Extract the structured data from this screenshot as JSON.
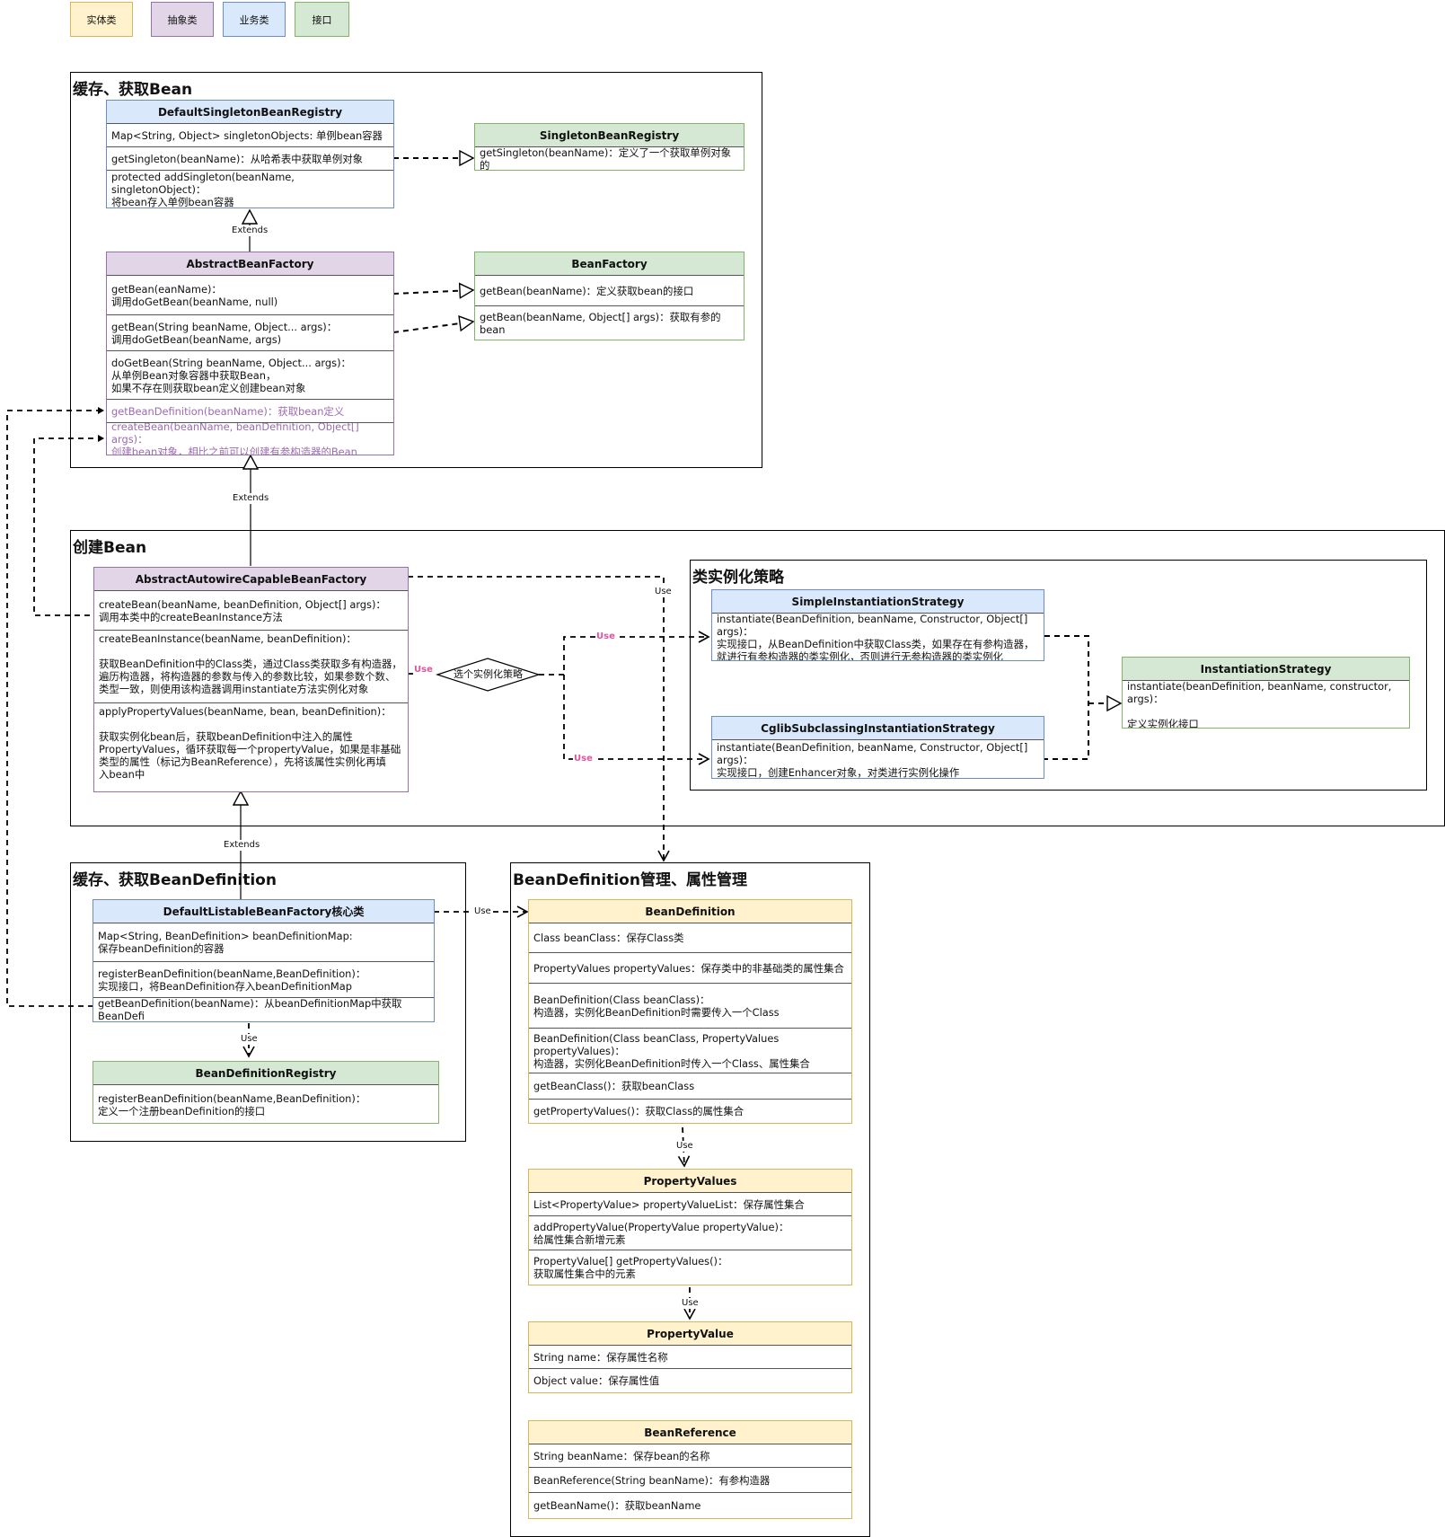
{
  "legend": {
    "entity": "实体类",
    "abstract": "抽象类",
    "business": "业务类",
    "interface": "接口"
  },
  "groups": {
    "cache_bean": "缓存、获取Bean",
    "create_bean": "创建Bean",
    "instantiation_strategy": "类实例化策略",
    "cache_bean_definition": "缓存、获取BeanDefinition",
    "bean_definition_mgmt": "BeanDefinition管理、属性管理"
  },
  "classes": {
    "DefaultSingletonBeanRegistry": {
      "name": "DefaultSingletonBeanRegistry",
      "rows": [
        "Map<String, Object> singletonObjects: 单例bean容器",
        "getSingleton(beanName)：从哈希表中获取单例对象",
        "protected addSingleton(beanName, singletonObject)：\n将bean存入单例bean容器"
      ]
    },
    "SingletonBeanRegistry": {
      "name": "SingletonBeanRegistry",
      "rows": [
        "getSingleton(beanName)：定义了一个获取单例对象的"
      ]
    },
    "AbstractBeanFactory": {
      "name": "AbstractBeanFactory",
      "rows": [
        "getBean(eanName)：\n调用doGetBean(beanName, null)",
        "getBean(String beanName, Object... args)：\n调用doGetBean(beanName, args)",
        "doGetBean(String beanName, Object... args)：\n从单例Bean对象容器中获取Bean，\n如果不存在则获取bean定义创建bean对象",
        "getBeanDefinition(beanName)：获取bean定义",
        "createBean(beanName, beanDefinition, Object[] args)：\n创建bean对象，相比之前可以创建有参构造器的Bean"
      ]
    },
    "BeanFactory": {
      "name": "BeanFactory",
      "rows": [
        "getBean(beanName)：定义获取bean的接口",
        "getBean(beanName, Object[] args)：获取有参的bean"
      ]
    },
    "AbstractAutowireCapableBeanFactory": {
      "name": "AbstractAutowireCapableBeanFactory",
      "rows": [
        "createBean(beanName, beanDefinition, Object[] args)：\n调用本类中的createBeanInstance方法",
        "createBeanInstance(beanName, beanDefinition)：\n\n获取BeanDefinition中的Class类，通过Class类获取多有构造器，\n遍历构造器，将构造器的参数与传入的参数比较，如果参数个数、\n类型一致，则使用该构造器调用instantiate方法实例化对象",
        "applyPropertyValues(beanName, bean, beanDefinition)：\n\n获取实例化bean后，获取beanDefinition中注入的属性\nPropertyValues，循环获取每一个propertyValue，如果是非基础\n类型的属性（标记为BeanReference），先将该属性实例化再填\n入bean中"
      ]
    },
    "SimpleInstantiationStrategy": {
      "name": "SimpleInstantiationStrategy",
      "rows": [
        "instantiate(BeanDefinition, beanName, Constructor, Object[] args)：\n实现接口，从BeanDefinition中获取Class类，如果存在有参构造器，\n就进行有参构造器的类实例化，否则进行无参构造器的类实例化"
      ]
    },
    "CglibSubclassingInstantiationStrategy": {
      "name": "CglibSubclassingInstantiationStrategy",
      "rows": [
        "instantiate(BeanDefinition, beanName, Constructor, Object[] args)：\n实现接口，创建Enhancer对象，对类进行实例化操作"
      ]
    },
    "InstantiationStrategy": {
      "name": "InstantiationStrategy",
      "rows": [
        "instantiate(beanDefinition, beanName, constructor, args)：\n\n定义实例化接口"
      ]
    },
    "DefaultListableBeanFactory": {
      "name": "DefaultListableBeanFactory核心类",
      "rows": [
        "Map<String, BeanDefinition> beanDefinitionMap:\n保存beanDefinition的容器",
        "registerBeanDefinition(beanName,BeanDefinition)：\n实现接口，将BeanDefinition存入beanDefinitionMap",
        "getBeanDefinition(beanName)：从beanDefinitionMap中获取BeanDefi"
      ]
    },
    "BeanDefinitionRegistry": {
      "name": "BeanDefinitionRegistry",
      "rows": [
        "registerBeanDefinition(beanName,BeanDefinition)：\n定义一个注册beanDefinition的接口"
      ]
    },
    "BeanDefinition": {
      "name": "BeanDefinition",
      "rows": [
        "Class beanClass：保存Class类",
        "PropertyValues propertyValues：保存类中的非基础类的属性集合",
        "BeanDefinition(Class beanClass)：\n构造器，实例化BeanDefinition时需要传入一个Class",
        "BeanDefinition(Class beanClass, PropertyValues propertyValues)：\n构造器，实例化BeanDefinition时传入一个Class、属性集合",
        "getBeanClass()：获取beanClass",
        "getPropertyValues()：获取Class的属性集合"
      ]
    },
    "PropertyValues": {
      "name": "PropertyValues",
      "rows": [
        "List<PropertyValue> propertyValueList：保存属性集合",
        "addPropertyValue(PropertyValue propertyValue)：\n给属性集合新增元素",
        "PropertyValue[] getPropertyValues()：\n获取属性集合中的元素"
      ]
    },
    "PropertyValue": {
      "name": "PropertyValue",
      "rows": [
        "String name：保存属性名称",
        "Object value：保存属性值"
      ]
    },
    "BeanReference": {
      "name": "BeanReference",
      "rows": [
        "String beanName：保存bean的名称",
        "BeanReference(String beanName)：有参构造器",
        "getBeanName()：获取beanName"
      ]
    }
  },
  "labels": {
    "extends": "Extends",
    "use": "Use",
    "decision": "选个实例化策略"
  },
  "colors": {
    "entity": "#fff2cc",
    "abstract": "#e1d5e7",
    "business": "#dae8fc",
    "interface": "#d5e8d4",
    "use_pink": "#e0559e"
  }
}
